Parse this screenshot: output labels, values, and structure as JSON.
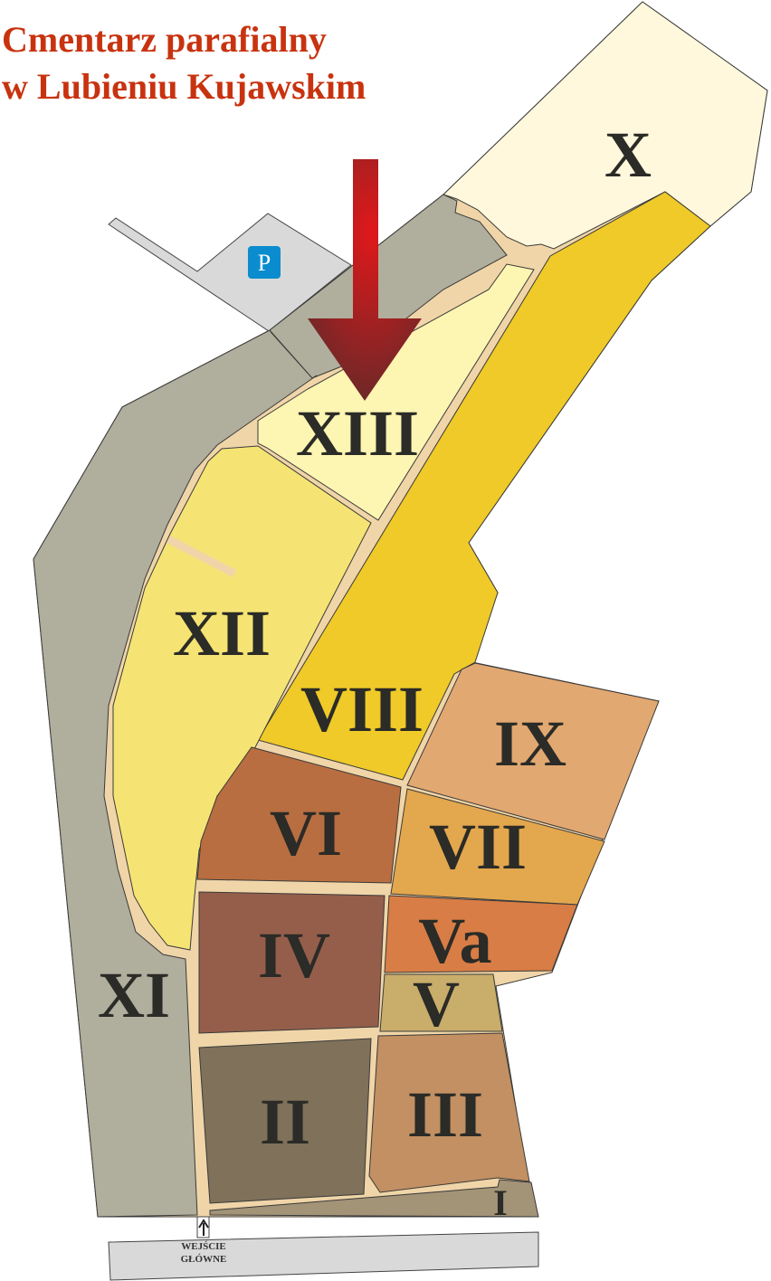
{
  "title": {
    "line1": "Cmentarz parafialny",
    "line2": "w Lubieniu Kujawskim"
  },
  "parking": {
    "label": "P",
    "color": "#0a8ccf"
  },
  "entrance": {
    "line1": "WEJŚCIE",
    "line2": "GŁÓWNE"
  },
  "sections": [
    {
      "id": "X",
      "color": "#fff8dc"
    },
    {
      "id": "XIII",
      "color": "#fdf5b2"
    },
    {
      "id": "XII",
      "color": "#f5e473"
    },
    {
      "id": "VIII",
      "color": "#efca28"
    },
    {
      "id": "IX",
      "color": "#e2a871"
    },
    {
      "id": "VI",
      "color": "#b86e40"
    },
    {
      "id": "VII",
      "color": "#e3a74d"
    },
    {
      "id": "Va",
      "color": "#d87d45"
    },
    {
      "id": "IV",
      "color": "#955e4b"
    },
    {
      "id": "V",
      "color": "#c9ad6b"
    },
    {
      "id": "XI",
      "color": "#b0ae9c"
    },
    {
      "id": "III",
      "color": "#c29062"
    },
    {
      "id": "II",
      "color": "#7f715a"
    },
    {
      "id": "I",
      "color": "#a39377"
    }
  ],
  "path_color": "#f0d5a8",
  "arrow_color": "#c61c1c"
}
